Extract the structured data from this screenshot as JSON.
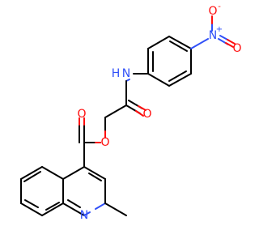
{
  "atoms": {
    "nitrogen_amide": "N",
    "hydrogen_amide": "H",
    "nitro_nitrogen": "N",
    "nitro_plus": "+",
    "nitro_oxygen_top": "O",
    "nitro_minus": "-",
    "nitro_oxygen_right": "O",
    "amide_oxygen": "O",
    "ester_oxygen_single": "O",
    "ester_oxygen_double": "O",
    "quinoline_nitrogen": "N"
  },
  "colors": {
    "carbon_bond": "#000000",
    "oxygen": "#ff0d0d",
    "nitrogen": "#3050f8"
  }
}
